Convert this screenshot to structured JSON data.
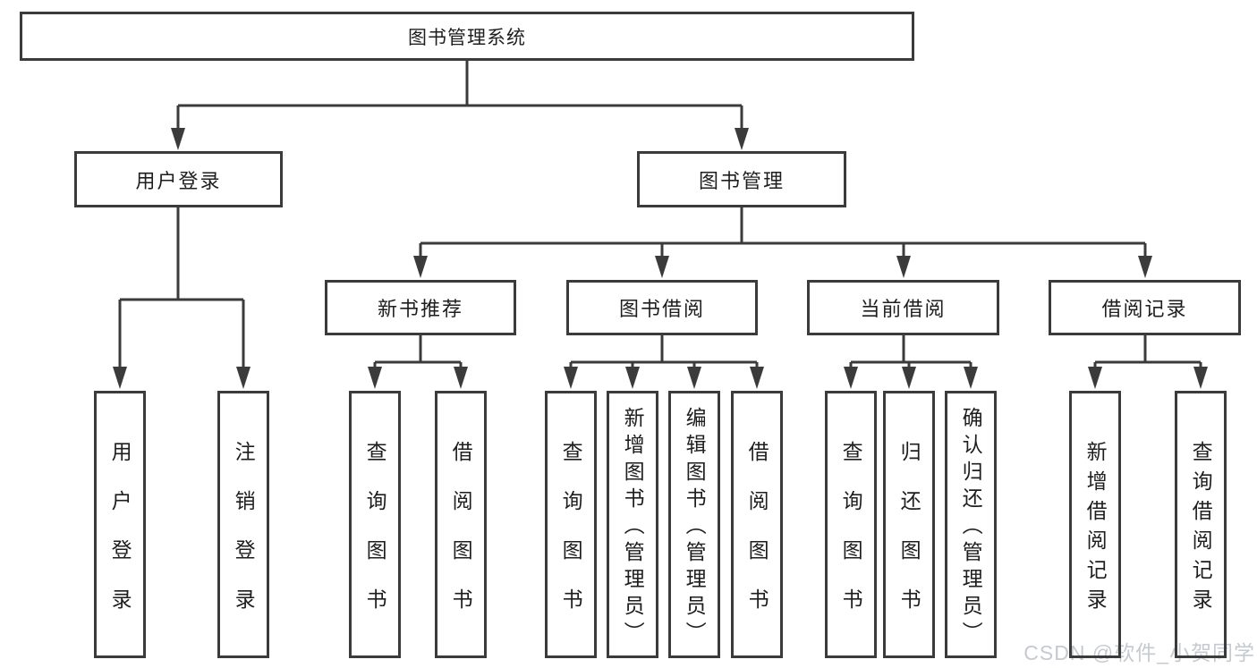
{
  "tree": {
    "root": {
      "label": "图书管理系统",
      "children": [
        {
          "label": "用户登录",
          "children": [
            {
              "label": "用户登录"
            },
            {
              "label": "注销登录"
            }
          ]
        },
        {
          "label": "图书管理",
          "children": [
            {
              "label": "新书推荐",
              "children": [
                {
                  "label": "查询图书"
                },
                {
                  "label": "借阅图书"
                }
              ]
            },
            {
              "label": "图书借阅",
              "children": [
                {
                  "label": "查询图书"
                },
                {
                  "label": "新增图书（管理员）"
                },
                {
                  "label": "编辑图书（管理员）"
                },
                {
                  "label": "借阅图书"
                }
              ]
            },
            {
              "label": "当前借阅",
              "children": [
                {
                  "label": "查询图书"
                },
                {
                  "label": "归还图书"
                },
                {
                  "label": "确认归还（管理员）"
                }
              ]
            },
            {
              "label": "借阅记录",
              "children": [
                {
                  "label": "新增借阅记录"
                },
                {
                  "label": "查询借阅记录"
                }
              ]
            }
          ]
        }
      ]
    }
  },
  "watermark": {
    "text": "CSDN @软件_小贺同学"
  },
  "colors": {
    "line": "#3b3b3b",
    "text": "#1e1e1e",
    "watermark_text": "#c5c9d0",
    "background": "#ffffff"
  }
}
